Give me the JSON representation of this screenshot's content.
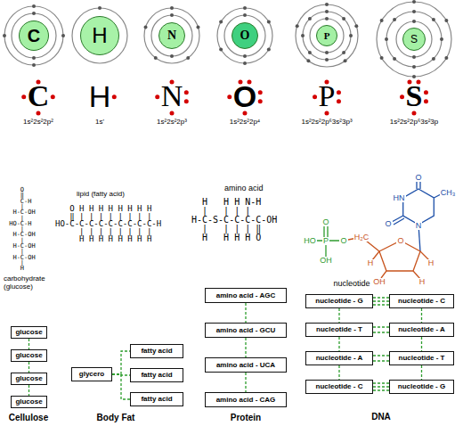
{
  "diagram": {
    "nodes": [
      {
        "text": [
          "C"
        ]
      },
      {
        "text": [
          "H"
        ]
      },
      {
        "text": [
          "N"
        ]
      },
      {
        "text": [
          "O"
        ]
      },
      {
        "text": [
          "P"
        ]
      },
      {
        "text": [
          "S"
        ]
      },
      {
        "text": [
          "glucose"
        ]
      },
      {
        "text": [
          "glucose"
        ]
      },
      {
        "text": [
          "glucose"
        ]
      },
      {
        "text": [
          "glucose"
        ]
      },
      {
        "text": [
          "glycero"
        ]
      },
      {
        "text": [
          "fatty acid"
        ]
      },
      {
        "text": [
          "fatty acid"
        ]
      },
      {
        "text": [
          "fatty acid"
        ]
      },
      {
        "text": [
          "amino acid - AGC"
        ]
      },
      {
        "text": [
          "amino acid - GCU"
        ]
      },
      {
        "text": [
          "amino acid - UCA"
        ]
      },
      {
        "text": [
          "amino acid - CAG"
        ]
      },
      {
        "text": [
          "nucleotide - G"
        ]
      },
      {
        "text": [
          "nucleotide - C"
        ]
      },
      {
        "text": [
          "nucleotide - T"
        ]
      },
      {
        "text": [
          "nucleotide - A"
        ]
      },
      {
        "text": [
          "nucleotide - A"
        ]
      },
      {
        "text": [
          "nucleotide - T"
        ]
      },
      {
        "text": [
          "nucleotide - C"
        ]
      },
      {
        "text": [
          "nucleotide - G"
        ]
      }
    ],
    "edges": [
      {
        "from": 6,
        "to": 7,
        "arrow": "none"
      },
      {
        "from": 7,
        "to": 8,
        "arrow": "none"
      },
      {
        "from": 8,
        "to": 9,
        "arrow": "none"
      },
      {
        "from": 10,
        "to": 11,
        "arrow": "none"
      },
      {
        "from": 10,
        "to": 12,
        "arrow": "none"
      },
      {
        "from": 10,
        "to": 13,
        "arrow": "none"
      },
      {
        "from": 14,
        "to": 15,
        "arrow": "none"
      },
      {
        "from": 15,
        "to": 16,
        "arrow": "none"
      },
      {
        "from": 16,
        "to": 17,
        "arrow": "none"
      },
      {
        "from": 18,
        "to": 19,
        "arrow": "none"
      },
      {
        "from": 20,
        "to": 21,
        "arrow": "none"
      },
      {
        "from": 22,
        "to": 23,
        "arrow": "none"
      },
      {
        "from": 24,
        "to": 25,
        "arrow": "none"
      },
      {
        "from": 18,
        "to": 20,
        "arrow": "none"
      },
      {
        "from": 20,
        "to": 22,
        "arrow": "none"
      },
      {
        "from": 22,
        "to": 24,
        "arrow": "none"
      },
      {
        "from": 19,
        "to": 21,
        "arrow": "none"
      },
      {
        "from": 21,
        "to": 23,
        "arrow": "none"
      },
      {
        "from": 23,
        "to": 25,
        "arrow": "none"
      }
    ],
    "labels": [
      "C",
      "H",
      "N",
      "O",
      "P",
      "S",
      "1s²2s²2p²",
      "1s'",
      "1s²2s²2p³",
      "1s²2s²2p⁴",
      "1s²2s²2p⁶3s²3p³",
      "1s²2s²2p⁶3s²3p",
      "    O",
      "    ‖",
      "    C-H",
      "    |",
      "  H-C-OH",
      "    |",
      " HO-C-H",
      "    |",
      "  H-C-OH",
      "    |",
      "  H-C-OH",
      "    |",
      "  H-C-OH",
      "    |",
      "    H",
      "carbohydrate (glucose)",
      "lipid (fatty acid)",
      "   O H H H H H H H H",
      "   ‖ | | | | | | | |",
      "HO-C-C-C-C-C-C-C-C-C-H",
      "     | | | | | | | |",
      "     H H H H H H H H",
      "amino acid",
      "  H   H H N-H",
      "  |   | | |",
      "H-C-S-C-C-C-C-OH",
      "  |   | | | ‖",
      "  H   H H H O",
      "O",
      "HN",
      "CH₃",
      "O",
      "N",
      "O",
      "HO",
      "P",
      "O",
      "OH",
      "H₂C",
      "O",
      "H",
      "H",
      "OH",
      "H",
      "nucleotide",
      "Cellulose",
      "Body Fat",
      "Protein",
      "DNA"
    ]
  }
}
